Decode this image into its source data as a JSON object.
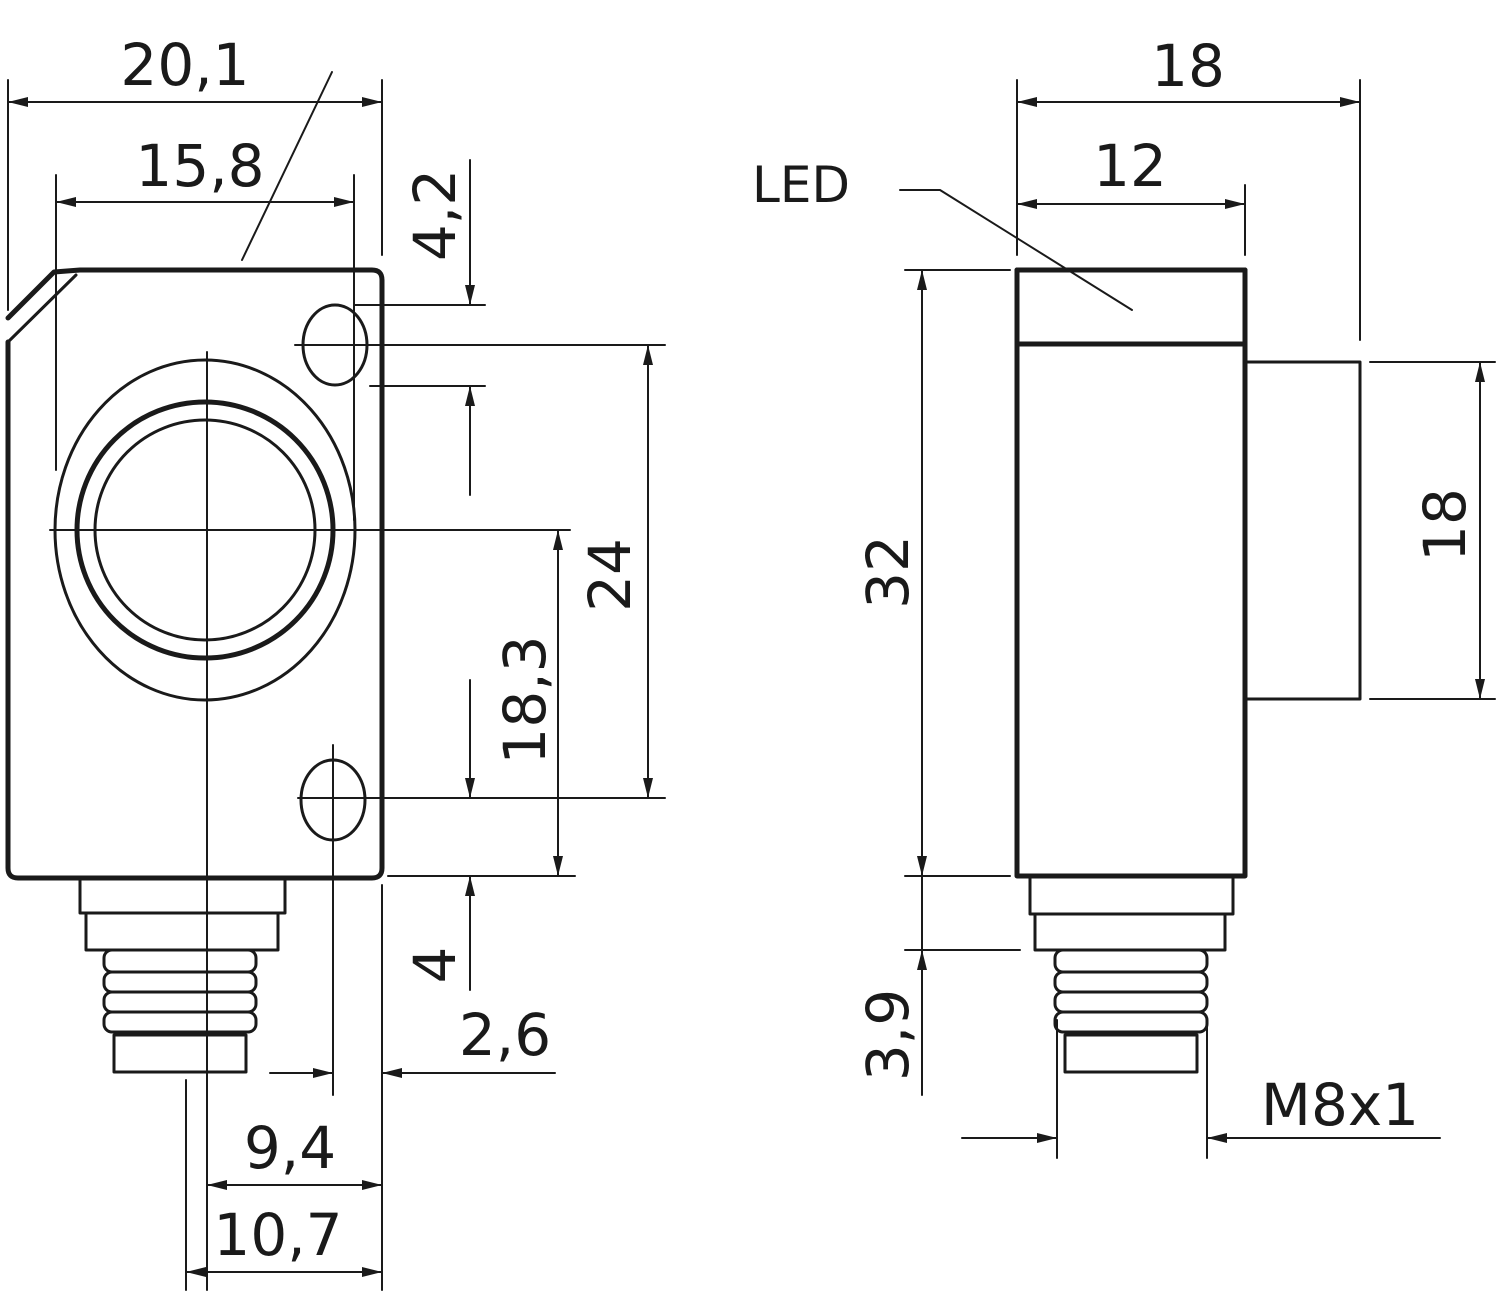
{
  "front_view": {
    "dim_width_total": "20,1",
    "dim_width_holes": "15,8",
    "dim_hole_top_offset": "4,2",
    "dim_hole_spacing": "24",
    "dim_lens_to_hole": "18,3",
    "dim_bottom_offset": "4",
    "dim_hole_edge_offset": "2,6",
    "dim_connector_offset_1": "9,4",
    "dim_connector_offset_2": "10,7"
  },
  "side_view": {
    "label_led": "LED",
    "dim_width_total": "18",
    "dim_width_body": "12",
    "dim_height": "32",
    "dim_lens_height": "18",
    "dim_connector_length": "3,9",
    "thread_label": "M8x1"
  }
}
